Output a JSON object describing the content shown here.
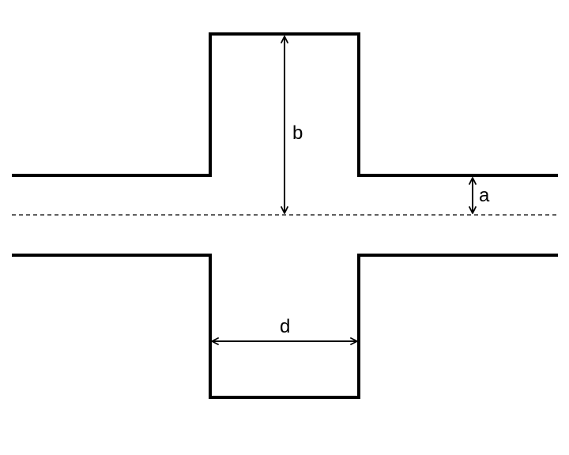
{
  "colors": {
    "line": "#000000",
    "background": "#ffffff"
  },
  "labels": {
    "a": "a",
    "b": "b",
    "d": "d"
  }
}
